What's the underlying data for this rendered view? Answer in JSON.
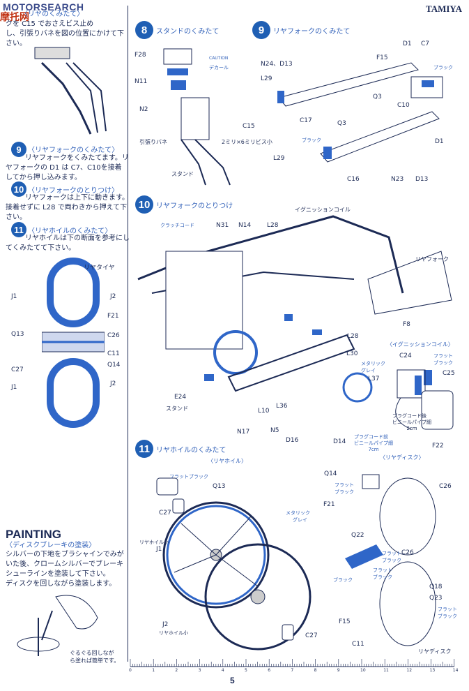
{
  "header": {
    "brand": "MOTORSEARCH",
    "brand_cn": "摩托网",
    "maker": "TAMIYA",
    "page_number": "5"
  },
  "left": {
    "intro_title": "〈リヤのくみたて〉",
    "intro_text": [
      "クを C15 でおさえビス止め",
      "し、引張りバネを図の位置にかけて下",
      "さい。"
    ],
    "step9": {
      "num": "9",
      "title": "〈リヤフォークのくみたて〉",
      "text": [
        "リヤフォークをくみたてます。リ",
        "ヤフォークの D1 は C7、C10を接着",
        "してから押し込みます。"
      ]
    },
    "step10": {
      "num": "10",
      "title": "〈リヤフォークのとりつけ〉",
      "text": [
        "リヤフォークは上下に動きます。",
        "接着せずに L28 で両わきから押えて下",
        "さい。"
      ]
    },
    "step11": {
      "num": "11",
      "title": "〈リヤホイルのくみたて〉",
      "text": [
        "リヤホイルは下の断面を参考にし",
        "てくみたてて下さい。"
      ]
    },
    "wheel_labels": [
      "リヤタイヤ",
      "J1",
      "J2",
      "F21",
      "Q13",
      "C26",
      "C11",
      "Q14",
      "C27",
      "J1",
      "J2"
    ],
    "painting": {
      "title": "PAINTING",
      "subtitle": "〈ディスクブレーキの塗装〉",
      "text": [
        "シルバーの下地をブラシャインでみが",
        "いた後、クロームシルバーでブレーキ",
        "シューラインを塗装して下さい。",
        "ディスクを回しながら塗装します。"
      ],
      "note": [
        "ぐるぐる回しなが",
        "ら塗れば簡単です。"
      ]
    }
  },
  "steps": {
    "s8": {
      "num": "8",
      "title": "スタンドのくみたて",
      "labels": [
        "F28",
        "N11",
        "N2",
        "C15",
        "引張りバネ",
        "2ミリ×6ミリビス小",
        "スタンド"
      ],
      "decal": [
        "CAUTION",
        "デカール"
      ]
    },
    "s9": {
      "num": "9",
      "title": "リヤフォークのくみたて",
      "labels": [
        "N24、D13",
        "F15",
        "D1",
        "C7",
        "L29",
        "Q3",
        "C10",
        "C17",
        "Q3",
        "D1",
        "L29",
        "C16",
        "N23",
        "D13"
      ],
      "paint": [
        "ブラック",
        "ブラック"
      ]
    },
    "s10": {
      "num": "10",
      "title": "リヤフォークのとりつけ",
      "labels": [
        "クラッチコード",
        "N31",
        "N14",
        "L28",
        "イグニッションコイル",
        "リヤフォーク",
        "F8",
        "L28",
        "L30",
        "L37",
        "E24",
        "スタンド",
        "L10",
        "L36",
        "N5",
        "N17",
        "D16",
        "D14"
      ],
      "paint": [
        "メタリック",
        "グレイ"
      ],
      "coil": {
        "title": "〈イグニッションコイル〉",
        "labels": [
          "C24",
          "C25",
          "F22"
        ],
        "paint": [
          "フラット",
          "ブラック"
        ],
        "notes": [
          "プラグコード後",
          "ビニールパイプ細",
          "2cm",
          "プラグコード前",
          "ビニールパイプ細",
          "7cm"
        ]
      }
    },
    "s11": {
      "num": "11",
      "title": "リヤホイルのくみたて",
      "hub_title": "〈リヤホイル〉",
      "disc_title": "〈リヤディスク〉",
      "labels": [
        "Q13",
        "C27",
        "リヤホイル小",
        "J1",
        "J2",
        "リヤホイル小",
        "C27",
        "Q14",
        "F21",
        "C26",
        "C26",
        "Q22",
        "Q18",
        "Q23",
        "F15",
        "C11",
        "リヤディスク"
      ],
      "paint": [
        "フラットブラック",
        "メタリック",
        "グレイ",
        "フラット",
        "ブラック",
        "フラット",
        "ブラック",
        "ブラック",
        "フラット",
        "ブラック",
        "フラット",
        "ブラック"
      ]
    }
  },
  "ruler": [
    "0",
    "1",
    "2",
    "3",
    "4",
    "5",
    "6",
    "7",
    "8",
    "9",
    "10",
    "11",
    "12",
    "13",
    "14"
  ]
}
